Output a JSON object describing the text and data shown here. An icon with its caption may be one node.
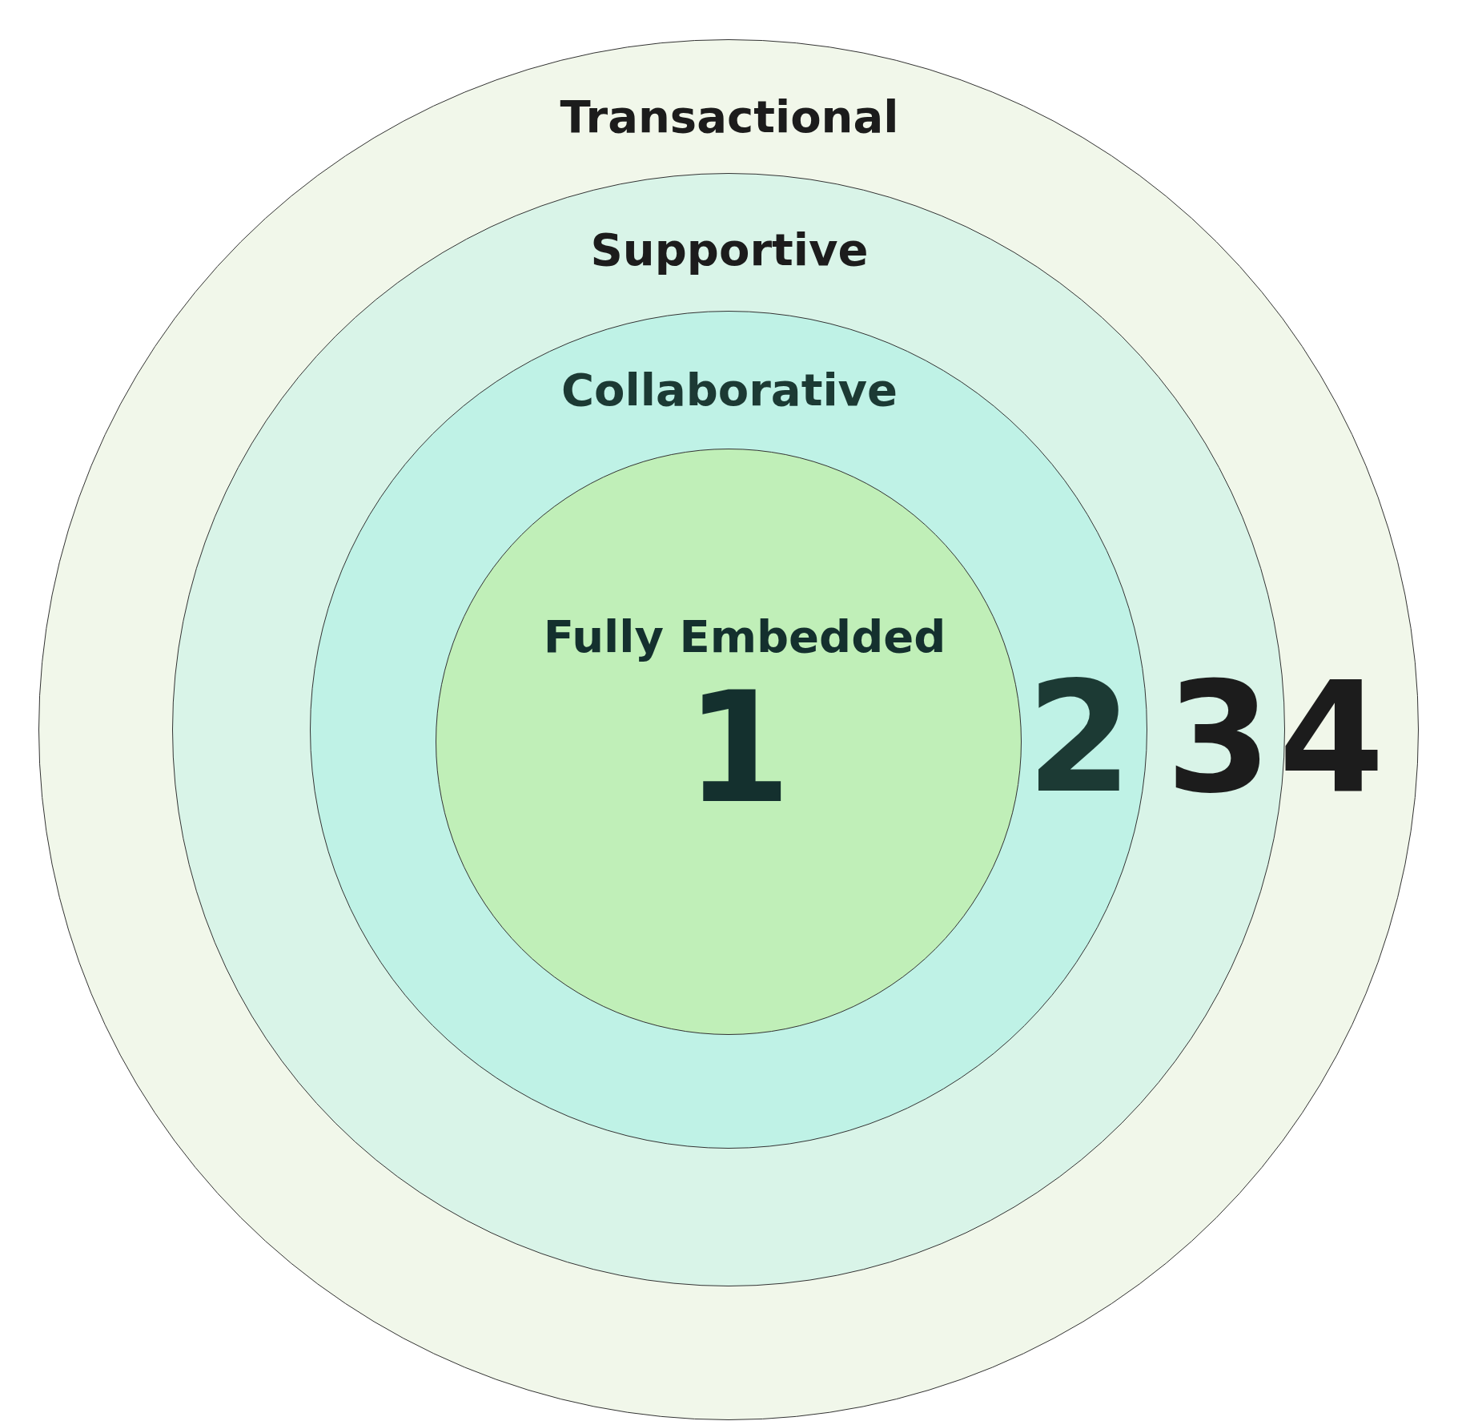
{
  "diagram": {
    "nodes": [
      {
        "text": [
          "Transactional",
          "4"
        ]
      },
      {
        "text": [
          "Supportive",
          "3"
        ],
        "in": 0
      },
      {
        "text": [
          "Collaborative",
          "2"
        ],
        "in": 1
      },
      {
        "text": [
          "Fully Embedded",
          "1"
        ],
        "in": 2
      }
    ]
  }
}
